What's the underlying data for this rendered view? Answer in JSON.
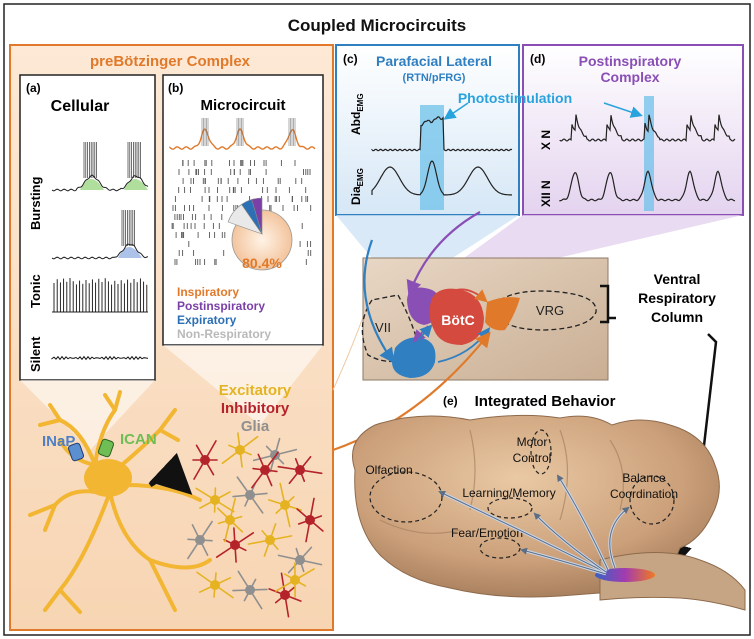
{
  "figure": {
    "title": "Coupled Microcircuits"
  },
  "prebotzinger": {
    "title": "preBötzinger Complex",
    "panel_a": {
      "letter": "(a)",
      "title": "Cellular",
      "labels": [
        "Bursting",
        "Tonic",
        "Silent"
      ]
    },
    "panel_b": {
      "letter": "(b)",
      "title": "Microcircuit",
      "pie_value_label": "80.4%",
      "pie_fraction": 0.804,
      "legend": [
        {
          "label": "Inspiratory",
          "color": "#e07a2a"
        },
        {
          "label": "Postinspiratory",
          "color": "#7b3fa8"
        },
        {
          "label": "Expiratory",
          "color": "#2b6fb4"
        },
        {
          "label": "Non-Respiratory",
          "color": "#c8c8c8"
        }
      ]
    },
    "channels": {
      "inap": "INaP",
      "ican": "ICAN"
    },
    "cell_types": [
      {
        "label": "Excitatory",
        "color": "#e5b321"
      },
      {
        "label": "Inhibitory",
        "color": "#b5232a"
      },
      {
        "label": "Glia",
        "color": "#8f8f8f"
      }
    ]
  },
  "panel_c": {
    "letter": "(c)",
    "title": "Parafacial Lateral",
    "subtitle": "(RTN/pFRG)",
    "trace_top_label": "Abd",
    "trace_bottom_label": "Dia",
    "trace_subscript": "EMG",
    "photostim": "Photostimulation"
  },
  "panel_d": {
    "letter": "(d)",
    "title_line1": "Postinspiratory",
    "title_line2": "Complex",
    "trace_top_label": "X N",
    "trace_bottom_label": "XII N"
  },
  "brainstem": {
    "vii": "VII",
    "botc": "BötC",
    "vrg": "VRG",
    "column_line1": "Ventral",
    "column_line2": "Respiratory",
    "column_line3": "Column"
  },
  "panel_e": {
    "letter": "(e)",
    "title": "Integrated Behavior",
    "regions": {
      "olfaction": "Olfaction",
      "motor1": "Motor",
      "motor2": "Control",
      "learning": "Learning/Memory",
      "fear": "Fear/Emotion",
      "balance1": "Balance",
      "balance2": "Coordination"
    }
  },
  "colors": {
    "orange": "#e07a2a",
    "purple": "#8a4fb5",
    "blue": "#2f7fc1",
    "light_blue": "#5fb8e8",
    "red": "#c0392b",
    "yellow": "#f2b632"
  }
}
